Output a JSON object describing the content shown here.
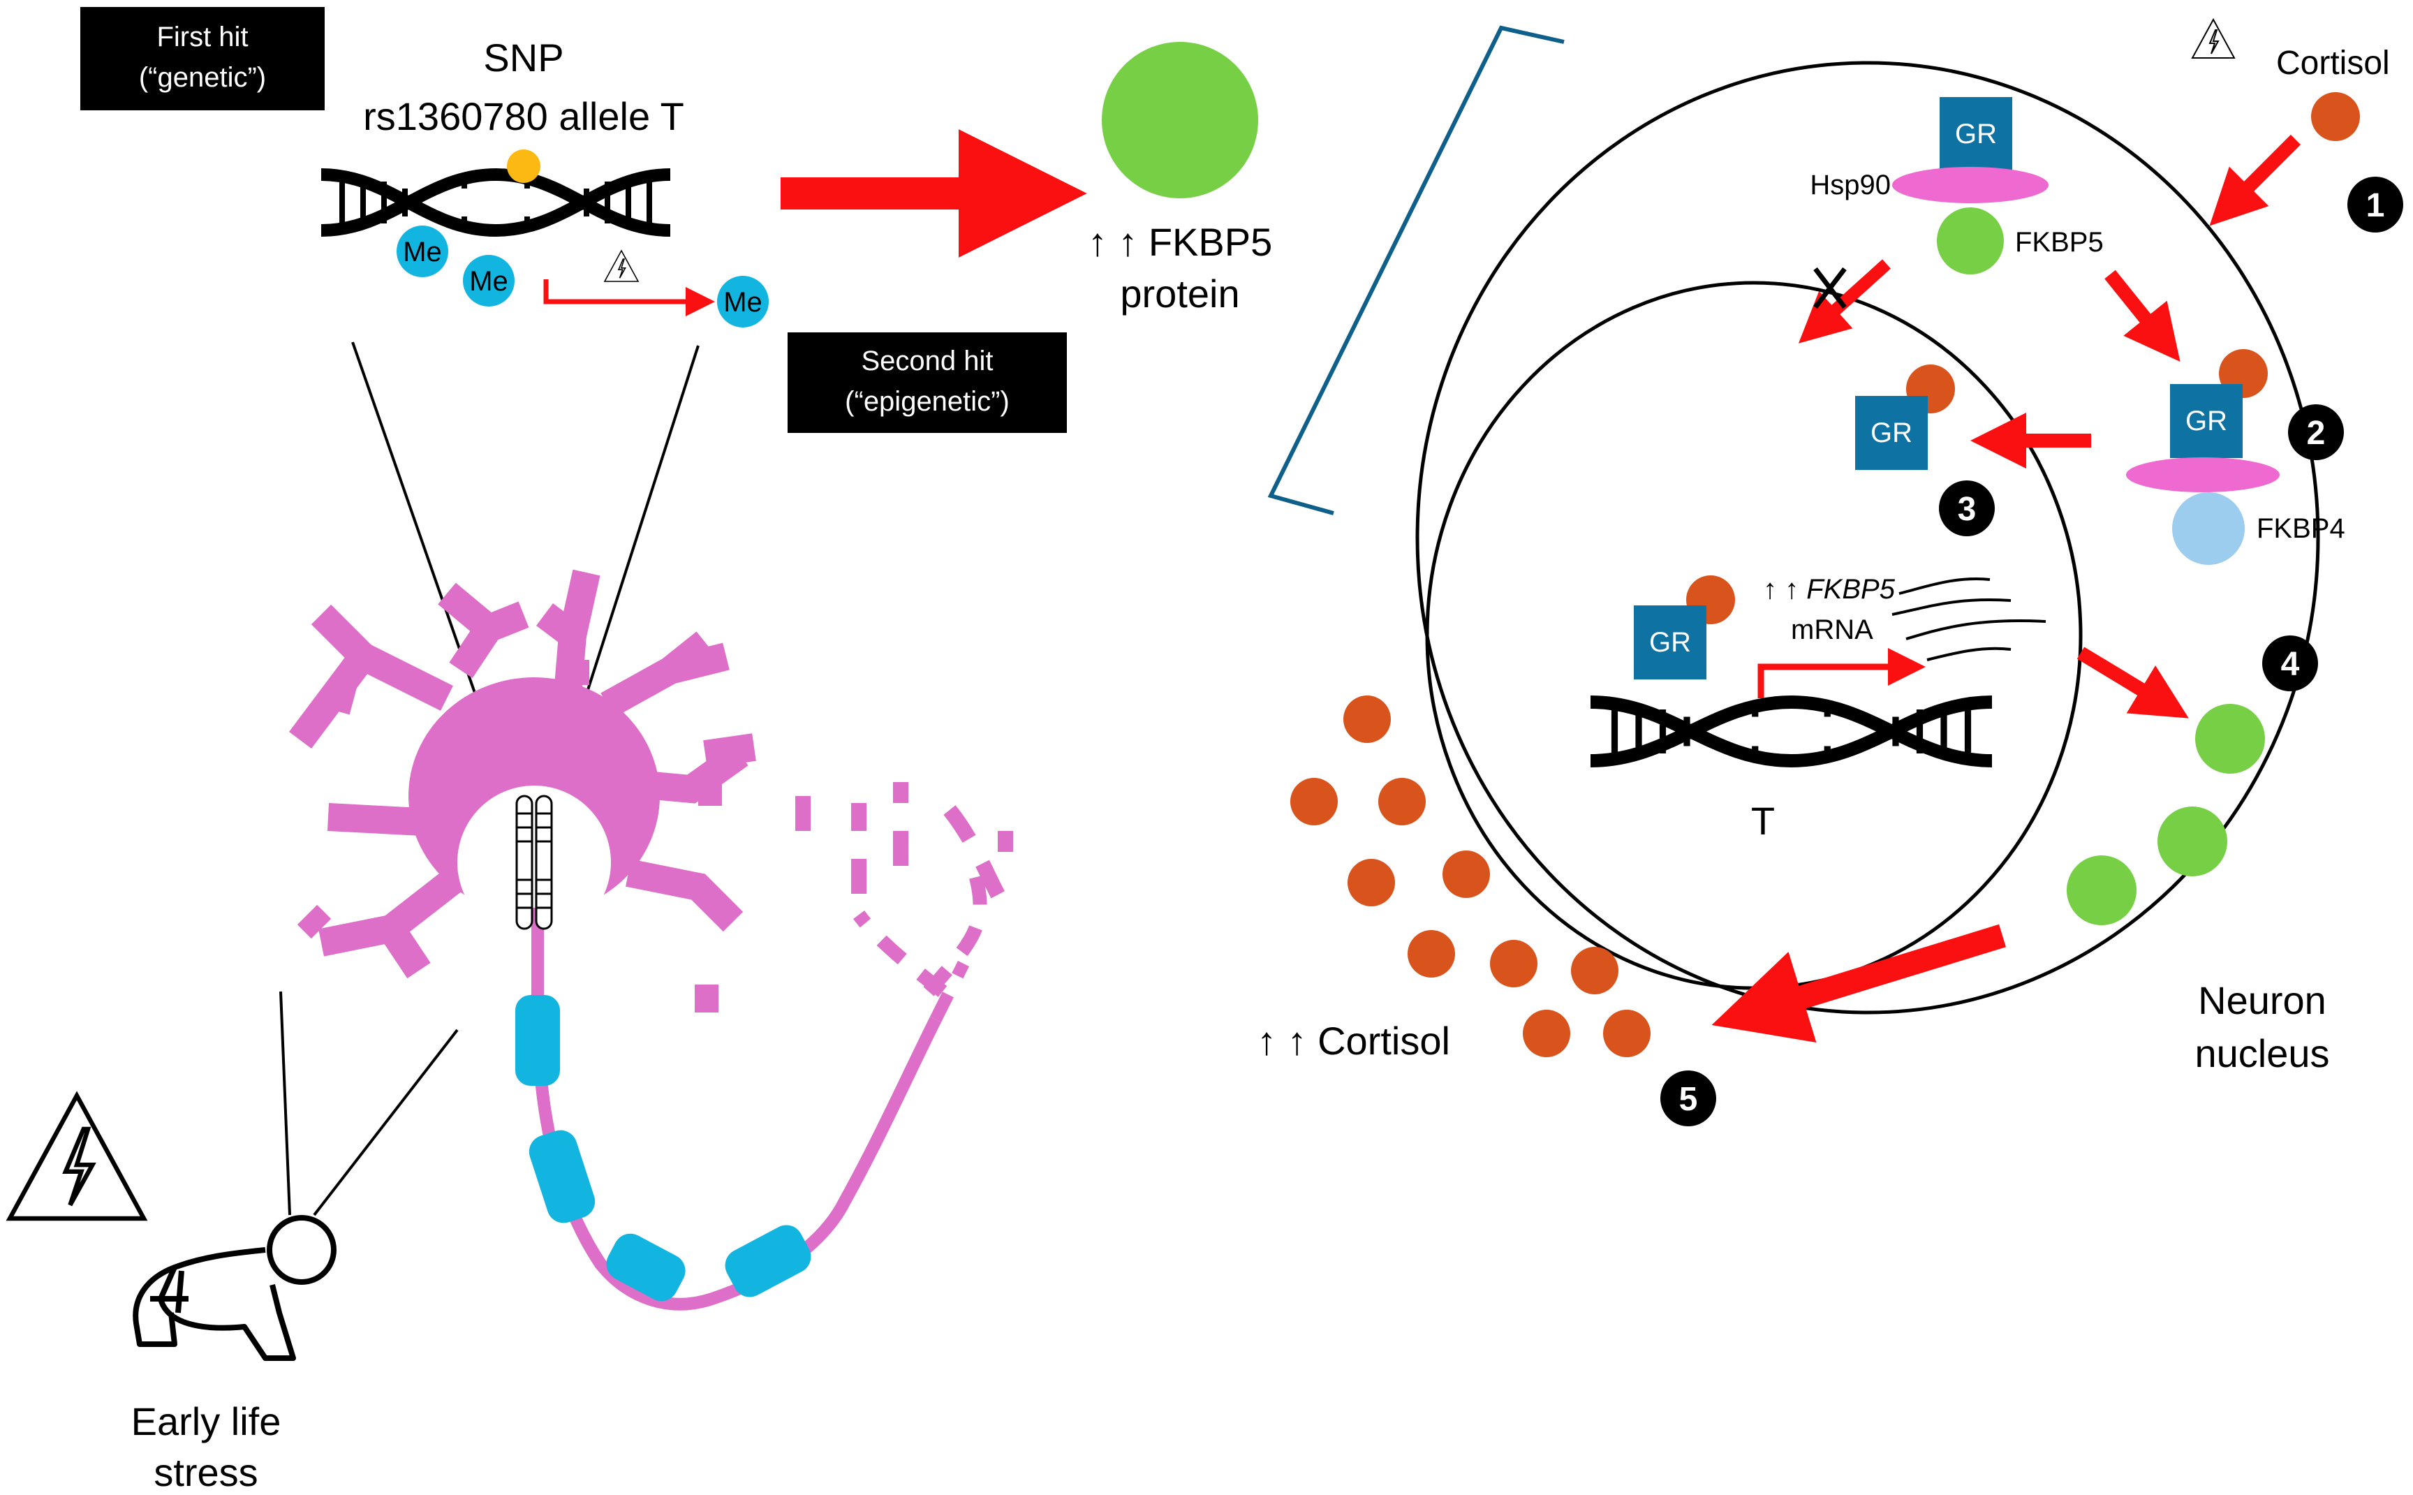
{
  "left_panel": {
    "first_hit_line1": "First hit",
    "first_hit_line2": "(“genetic”)",
    "snp_line1": "SNP",
    "snp_line2": "rs1360780 allele T",
    "second_hit_line1": "Second hit",
    "second_hit_line2": "(“epigenetic”)",
    "methyl_label": "Me",
    "fkbp5_protein_line1": "↑ ↑ FKBP5",
    "fkbp5_protein_line2": "protein",
    "early_life_line1": "Early life",
    "early_life_line2": "stress"
  },
  "right_panel": {
    "cortisol_label": "Cortisol",
    "hsp90_label": "Hsp90",
    "gr_label": "GR",
    "fkbp5_label": "FKBP5",
    "fkbp4_label": "FKBP4",
    "mrna_prefix": "↑ ↑ ",
    "mrna_gene": "FKBP5",
    "mrna_line2": "mRNA",
    "allele_label": "T",
    "high_cortisol_label": "↑ ↑ Cortisol",
    "neuron_line1": "Neuron",
    "neuron_line2": "nucleus",
    "steps": [
      "1",
      "2",
      "3",
      "4",
      "5"
    ]
  },
  "colors": {
    "neuron_pink": "#dd6fc9",
    "myelin_cyan": "#12b4e0",
    "fkbp5_green": "#77cf45",
    "cortisol_orange": "#d9531c",
    "gr_teal": "#0e72a2",
    "hsp90_pink": "#ef6ad0",
    "fkbp4_blue": "#9dcdee",
    "arrow_red": "#fa1010",
    "snp_yellow": "#fdb913",
    "label_box_black": "#000000"
  }
}
